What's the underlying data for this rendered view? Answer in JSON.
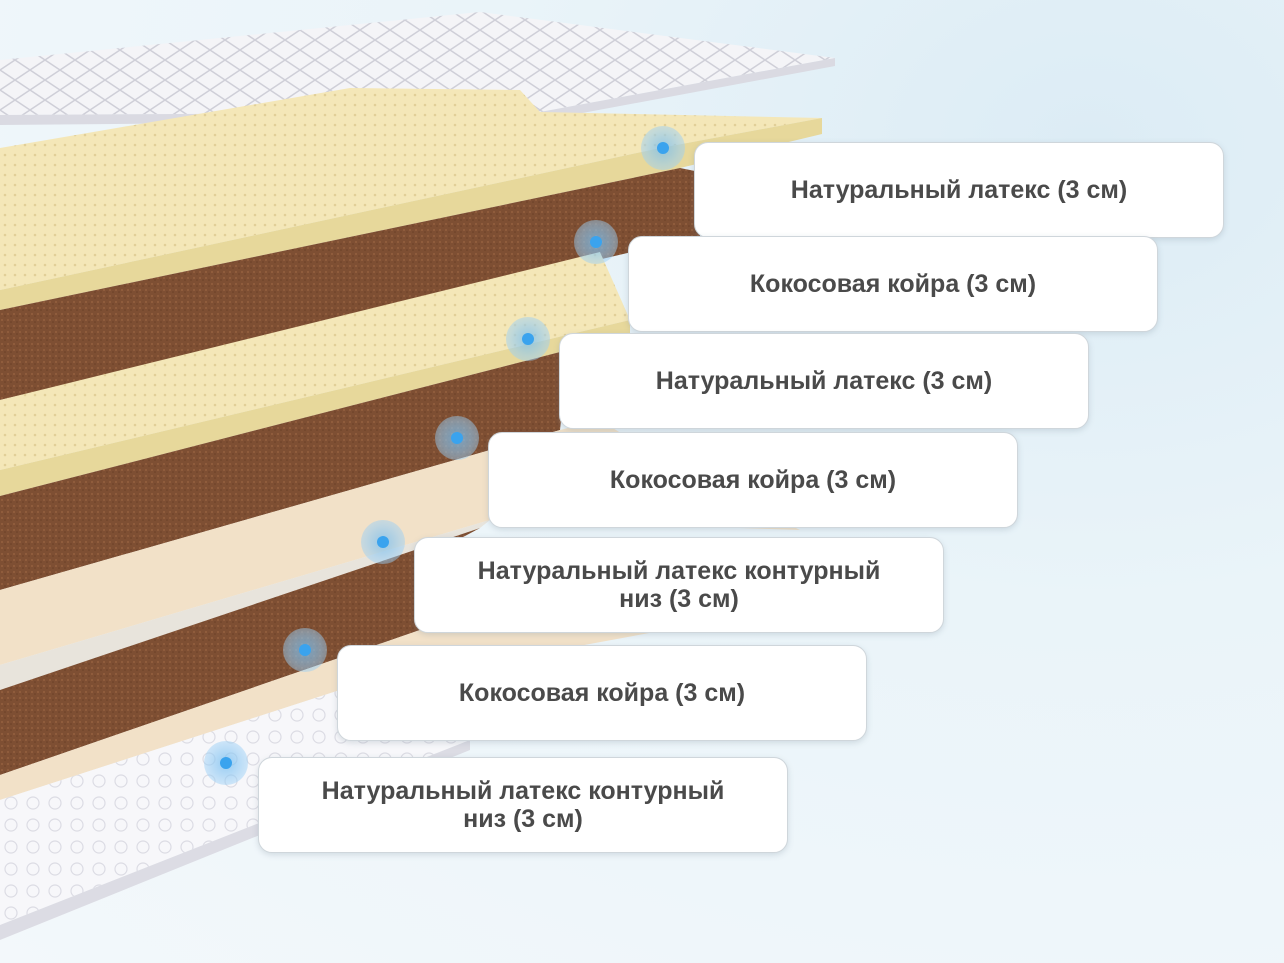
{
  "layers": [
    {
      "label": "Натуральный латекс (3 см)"
    },
    {
      "label": "Кокосовая койра (3 см)"
    },
    {
      "label": "Натуральный латекс (3 см)"
    },
    {
      "label": "Кокосовая койра (3 см)"
    },
    {
      "label": "Натуральный латекс контурный низ (3 см)"
    },
    {
      "label": "Кокосовая койра (3 см)"
    },
    {
      "label": "Натуральный латекс контурный низ (3 см)"
    }
  ],
  "colors": {
    "latex_top": "#f4e7b8",
    "latex_side": "#ece0a9",
    "coir_top": "#8a5a3c",
    "coir_side": "#6f4328",
    "contour_latex": "#f1dfc6",
    "cover": "#f3f3f6",
    "marker_dot": "#3aa3ee",
    "label_text": "#4a4a4a"
  }
}
